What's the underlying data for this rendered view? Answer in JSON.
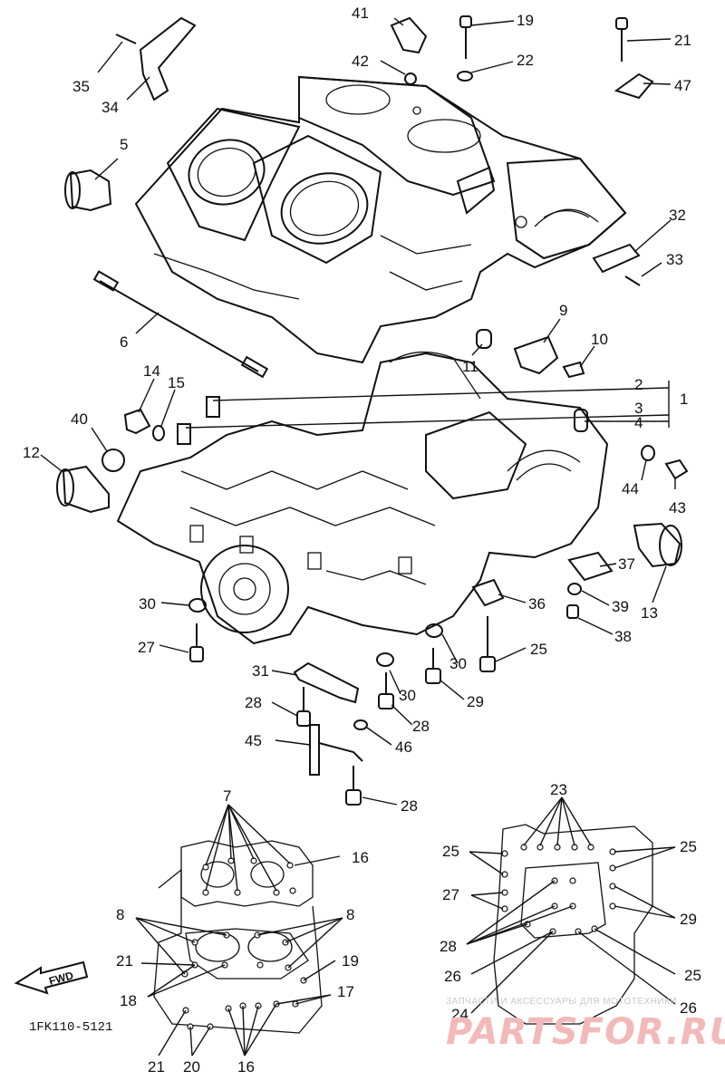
{
  "diagram": {
    "code": "1FK110-5121",
    "fwd_label": "FWD",
    "watermark_small": "ЗАПЧАСТИ И АКСЕССУАРЫ ДЛЯ МОТОТЕХНИКИ",
    "watermark_large": "PARTSFOR.RU"
  },
  "callouts": {
    "n1": "1",
    "n2": "2",
    "n3": "3",
    "n4": "4",
    "n5": "5",
    "n6": "6",
    "n7": "7",
    "n8a": "8",
    "n8b": "8",
    "n9": "9",
    "n10": "10",
    "n11": "11",
    "n12": "12",
    "n13": "13",
    "n14": "14",
    "n15": "15",
    "n16a": "16",
    "n16b": "16",
    "n17": "17",
    "n18": "18",
    "n19a": "19",
    "n19b": "19",
    "n20": "20",
    "n21a": "21",
    "n21b": "21",
    "n21c": "21",
    "n22": "22",
    "n23": "23",
    "n24": "24",
    "n25a": "25",
    "n25b": "25",
    "n25c": "25",
    "n25d": "25",
    "n26a": "26",
    "n26b": "26",
    "n27a": "27",
    "n27b": "27",
    "n28a": "28",
    "n28b": "28",
    "n28c": "28",
    "n28d": "28",
    "n29a": "29",
    "n29b": "29",
    "n30a": "30",
    "n30b": "30",
    "n30c": "30",
    "n31": "31",
    "n32": "32",
    "n33": "33",
    "n34": "34",
    "n35": "35",
    "n36": "36",
    "n37": "37",
    "n38": "38",
    "n39": "39",
    "n40": "40",
    "n41": "41",
    "n42": "42",
    "n43": "43",
    "n44": "44",
    "n45": "45",
    "n46": "46",
    "n47": "47"
  }
}
